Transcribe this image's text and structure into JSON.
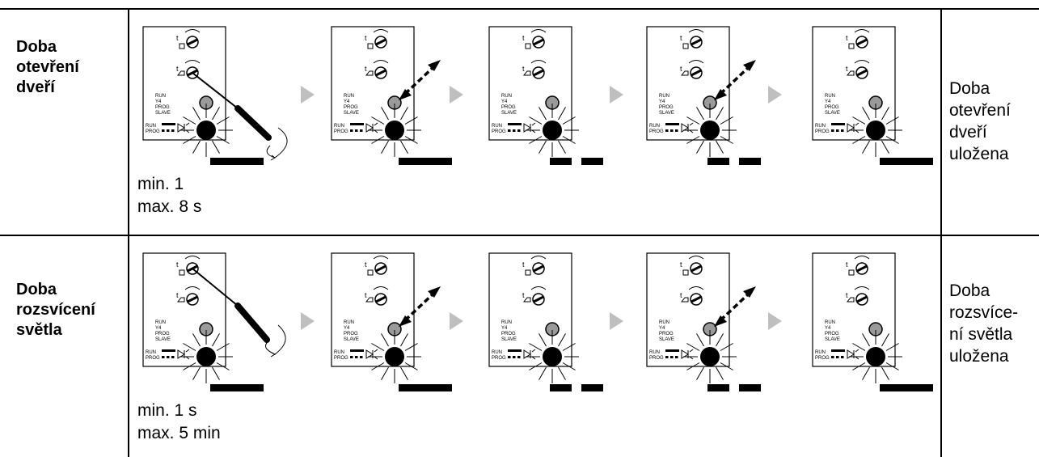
{
  "rows": [
    {
      "label": [
        "Doba",
        "otevření",
        "dveří"
      ],
      "range": [
        "min. 1",
        "max. 8 s"
      ],
      "result": [
        "Doba",
        "otevření",
        "dveří",
        "uložena"
      ],
      "screwdriver_on": "lower-potentiometer"
    },
    {
      "label": [
        "Doba",
        "rozsvícení",
        "světla"
      ],
      "range": [
        "min. 1 s",
        "max. 5 min"
      ],
      "result": [
        "Doba",
        "rozsvíce-",
        "ní světla",
        "uložena"
      ],
      "screwdriver_on": "upper-potentiometer"
    }
  ],
  "panel": {
    "pot_top_label": "t",
    "pot_bottom_label": "t",
    "mode_lines": [
      "RUN",
      "Y4",
      "PROG",
      "SLAVE"
    ],
    "led_lines": [
      "RUN",
      "PROG"
    ]
  },
  "steps": [
    {
      "action": "turn-screwdriver",
      "pulse": "long"
    },
    {
      "action": "press-button",
      "pulse": "long"
    },
    {
      "action": "none",
      "pulse": "two-short"
    },
    {
      "action": "press-button",
      "pulse": "two-short"
    },
    {
      "action": "none",
      "pulse": "long"
    }
  ]
}
